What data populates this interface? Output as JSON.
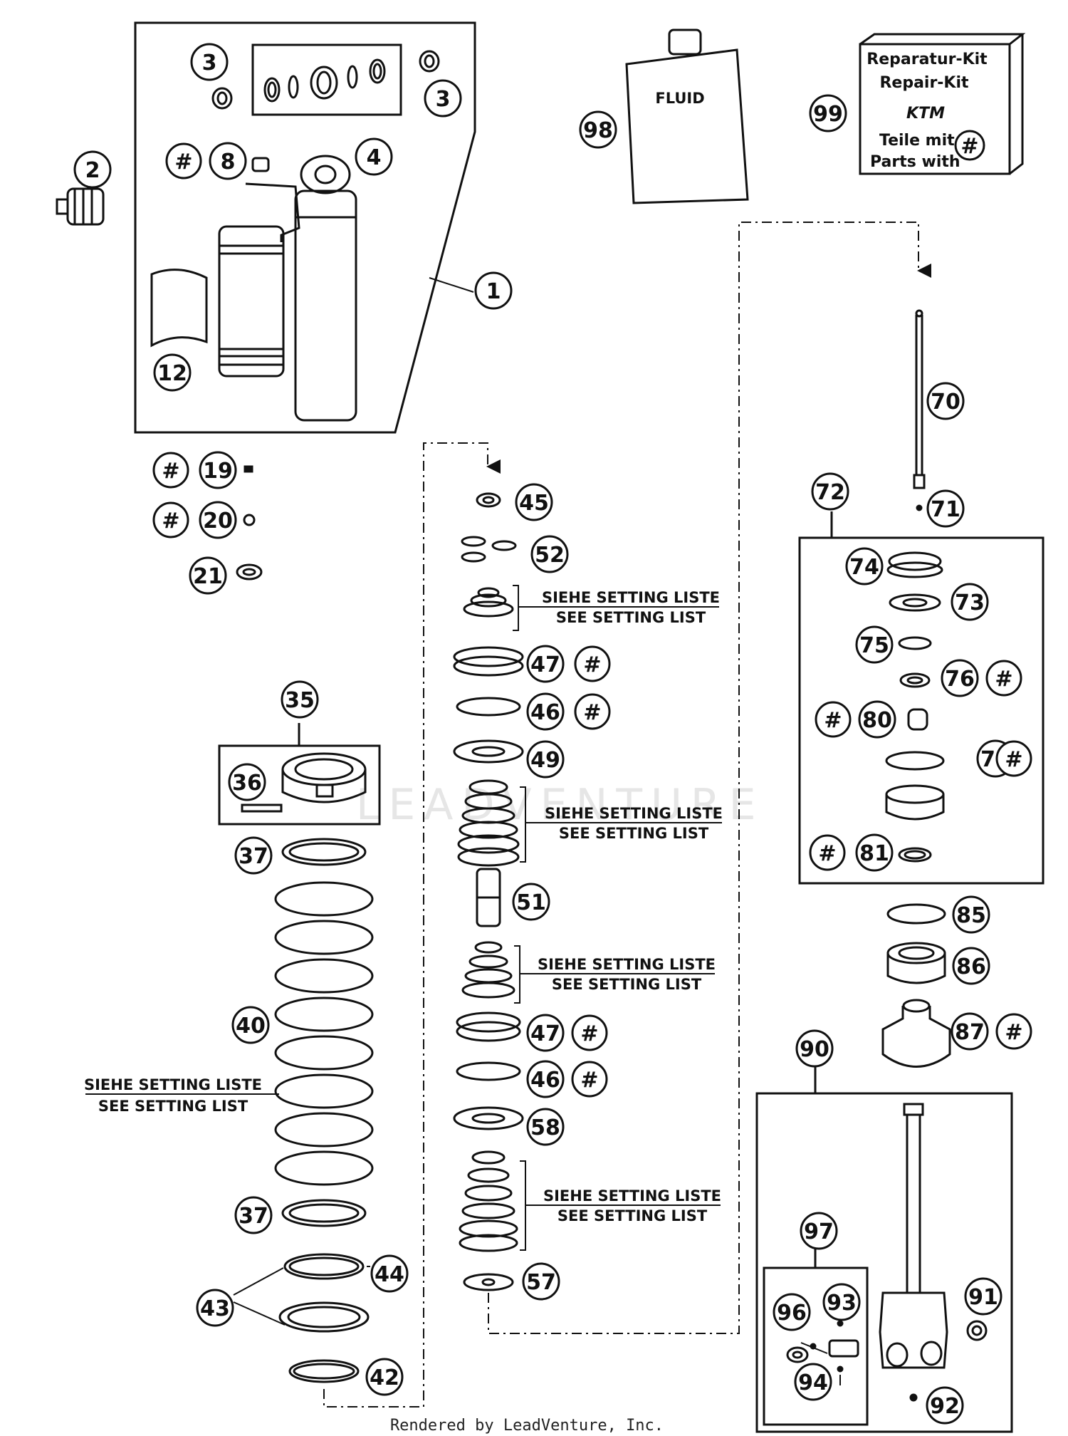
{
  "parts": [
    {
      "id": "c1",
      "text": "1"
    },
    {
      "id": "c2",
      "text": "2"
    },
    {
      "id": "c3a",
      "text": "3"
    },
    {
      "id": "c3b",
      "text": "3"
    },
    {
      "id": "c4",
      "text": "4"
    },
    {
      "id": "c8h",
      "text": "#"
    },
    {
      "id": "c8",
      "text": "8"
    },
    {
      "id": "c12",
      "text": "12"
    },
    {
      "id": "c19h",
      "text": "#"
    },
    {
      "id": "c19",
      "text": "19"
    },
    {
      "id": "c20h",
      "text": "#"
    },
    {
      "id": "c20",
      "text": "20"
    },
    {
      "id": "c21",
      "text": "21"
    },
    {
      "id": "c35",
      "text": "35"
    },
    {
      "id": "c36",
      "text": "36"
    },
    {
      "id": "c37a",
      "text": "37"
    },
    {
      "id": "c37b",
      "text": "37"
    },
    {
      "id": "c40",
      "text": "40"
    },
    {
      "id": "c42",
      "text": "42"
    },
    {
      "id": "c43",
      "text": "43"
    },
    {
      "id": "c44",
      "text": "44"
    },
    {
      "id": "c45",
      "text": "45"
    },
    {
      "id": "c52",
      "text": "52"
    },
    {
      "id": "c47a",
      "text": "47"
    },
    {
      "id": "c47ah",
      "text": "#"
    },
    {
      "id": "c46a",
      "text": "46"
    },
    {
      "id": "c46ah",
      "text": "#"
    },
    {
      "id": "c49",
      "text": "49"
    },
    {
      "id": "c51",
      "text": "51"
    },
    {
      "id": "c47b",
      "text": "47"
    },
    {
      "id": "c47bh",
      "text": "#"
    },
    {
      "id": "c46b",
      "text": "46"
    },
    {
      "id": "c46bh",
      "text": "#"
    },
    {
      "id": "c58",
      "text": "58"
    },
    {
      "id": "c57",
      "text": "57"
    },
    {
      "id": "c70",
      "text": "70"
    },
    {
      "id": "c71",
      "text": "71"
    },
    {
      "id": "c72",
      "text": "72"
    },
    {
      "id": "c74",
      "text": "74"
    },
    {
      "id": "c73",
      "text": "73"
    },
    {
      "id": "c75",
      "text": "75"
    },
    {
      "id": "c76",
      "text": "76"
    },
    {
      "id": "c76h",
      "text": "#"
    },
    {
      "id": "c80h",
      "text": "#"
    },
    {
      "id": "c80",
      "text": "80"
    },
    {
      "id": "c79",
      "text": "79"
    },
    {
      "id": "c79h",
      "text": "#"
    },
    {
      "id": "c81h",
      "text": "#"
    },
    {
      "id": "c81",
      "text": "81"
    },
    {
      "id": "c85",
      "text": "85"
    },
    {
      "id": "c86",
      "text": "86"
    },
    {
      "id": "c87",
      "text": "87"
    },
    {
      "id": "c87h",
      "text": "#"
    },
    {
      "id": "c90",
      "text": "90"
    },
    {
      "id": "c91",
      "text": "91"
    },
    {
      "id": "c92",
      "text": "92"
    },
    {
      "id": "c93",
      "text": "93"
    },
    {
      "id": "c94",
      "text": "94"
    },
    {
      "id": "c96",
      "text": "96"
    },
    {
      "id": "c97",
      "text": "97"
    },
    {
      "id": "c98",
      "text": "98"
    },
    {
      "id": "c99",
      "text": "99"
    }
  ],
  "setting_notes": [
    {
      "line1": "SIEHE SETTING LISTE",
      "line2": "SEE SETTING LIST"
    },
    {
      "line1": "SIEHE SETTING LISTE",
      "line2": "SEE SETTING LIST"
    },
    {
      "line1": "SIEHE SETTING LISTE",
      "line2": "SEE SETTING LIST"
    },
    {
      "line1": "SIEHE SETTING LISTE",
      "line2": "SEE SETTING LIST"
    },
    {
      "line1": "SIEHE SETTING LISTE",
      "line2": "SEE SETTING LIST"
    }
  ],
  "fluid_label": "FLUID",
  "repair_kit": {
    "line1": "Reparatur-Kit",
    "line2": "Repair-Kit",
    "logo": "KTM",
    "line3": "Teile mit",
    "line4": "Parts with",
    "hash": "#"
  },
  "watermark": "LEADVENTURE",
  "footer": "Rendered by LeadVenture, Inc."
}
